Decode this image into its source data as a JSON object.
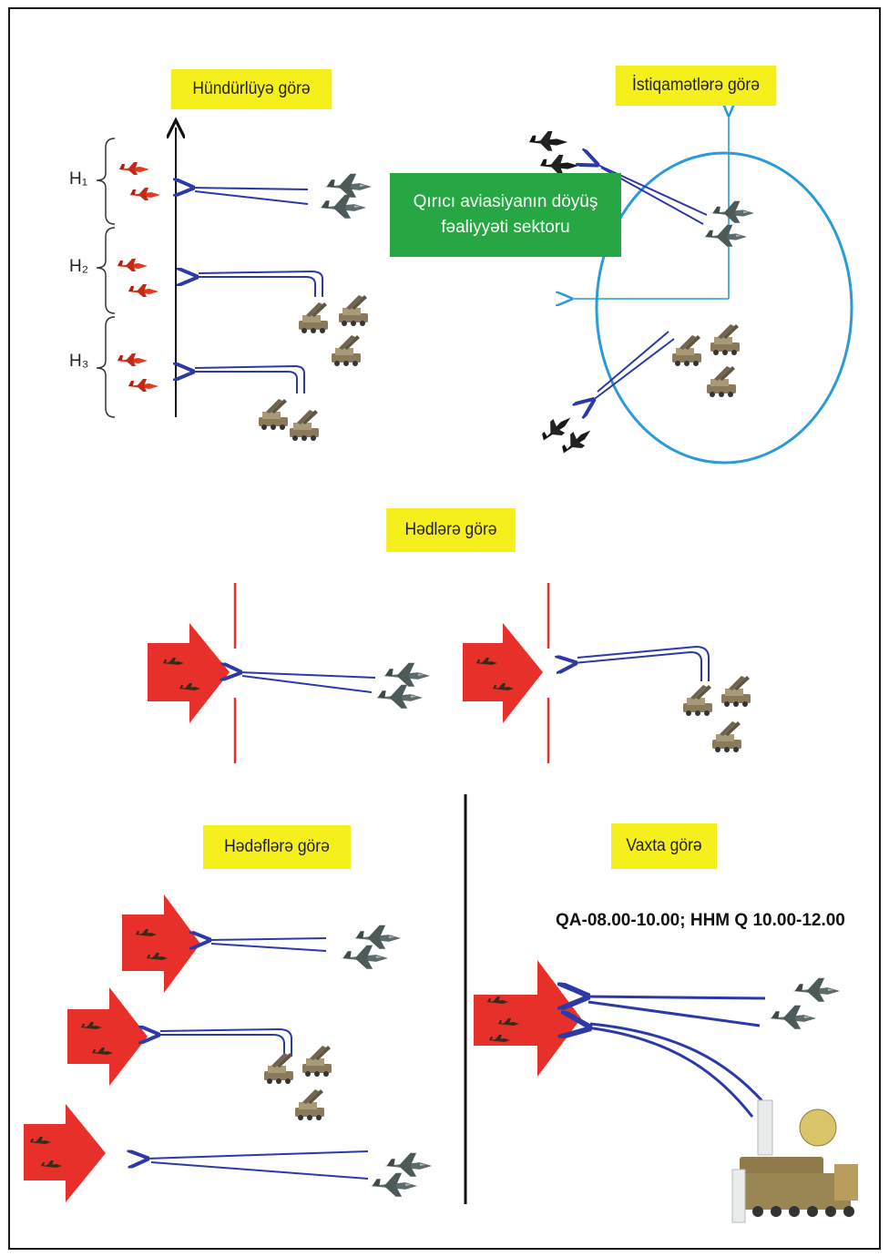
{
  "labels": {
    "altitude": "Hündürlüyə görə",
    "directions": "İstiqamətlərə görə",
    "sector_line1": "Qırıcı aviasiyanın döyüş",
    "sector_line2": "fəaliyyəti sektoru",
    "boundaries": "Hədlərə görə",
    "targets": "Hədəflərə görə",
    "time": "Vaxta görə"
  },
  "altitude_levels": [
    "H₁",
    "H₂",
    "H₃"
  ],
  "schedule": "QA-08.00-10.00; HHM Q 10.00-12.00",
  "colors": {
    "label_bg": "#f5ef1c",
    "sector_bg": "#27a744",
    "arrow_blue": "#2c3aa8",
    "direction_blue": "#2a9ad8",
    "target_red": "#e8302a",
    "boundary_red": "#e8302a"
  }
}
